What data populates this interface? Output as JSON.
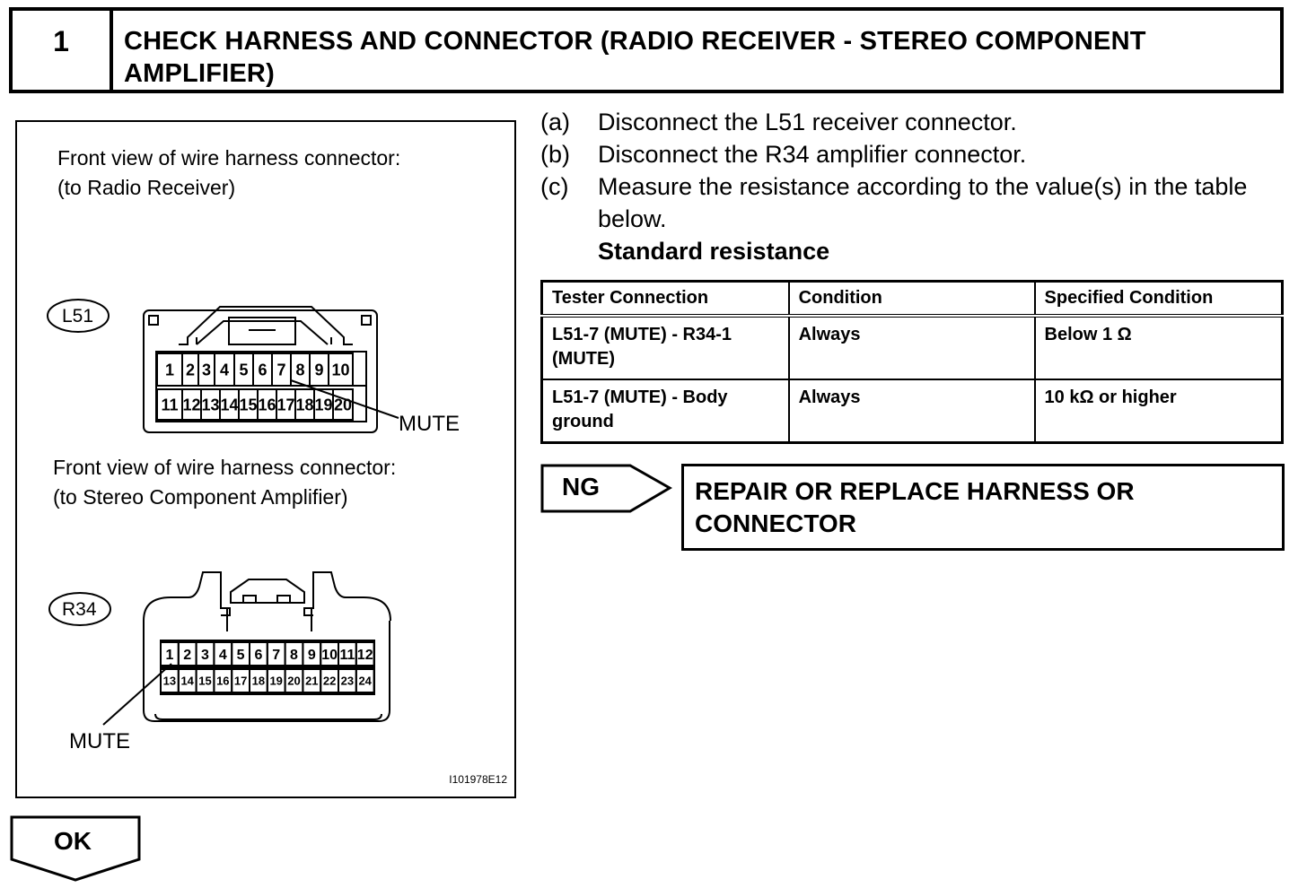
{
  "header": {
    "step_number": "1",
    "title_line1": "CHECK HARNESS AND CONNECTOR (RADIO RECEIVER - STEREO COMPONENT",
    "title_line2": "AMPLIFIER)"
  },
  "figure": {
    "caption1_line1": "Front view of wire harness connector:",
    "caption1_line2": "(to Radio Receiver)",
    "caption2_line1": "Front view of wire harness connector:",
    "caption2_line2": "(to Stereo Component Amplifier)",
    "l51_label": "L51",
    "r34_label": "R34",
    "l51_pins_top": [
      "1",
      "2",
      "3",
      "4",
      "5",
      "6",
      "7",
      "8",
      "9",
      "10"
    ],
    "l51_pins_bottom": [
      "11",
      "12",
      "13",
      "14",
      "15",
      "16",
      "17",
      "18",
      "19",
      "20"
    ],
    "r34_pins_top": [
      "1",
      "2",
      "3",
      "4",
      "5",
      "6",
      "7",
      "8",
      "9",
      "10",
      "11",
      "12"
    ],
    "r34_pins_bottom": [
      "13",
      "14",
      "15",
      "16",
      "17",
      "18",
      "19",
      "20",
      "21",
      "22",
      "23",
      "24"
    ],
    "l51_mute_label": "MUTE",
    "r34_mute_label": "MUTE",
    "figure_id": "I101978E12"
  },
  "instructions": {
    "steps": [
      {
        "letter": "(a)",
        "text": "Disconnect the L51 receiver connector."
      },
      {
        "letter": "(b)",
        "text": "Disconnect the R34 amplifier connector."
      },
      {
        "letter": "(c)",
        "text": "Measure the resistance according to the value(s) in the table below."
      }
    ],
    "standard_label": "Standard resistance"
  },
  "table": {
    "headers": [
      "Tester Connection",
      "Condition",
      "Specified Condition"
    ],
    "rows": [
      [
        "L51-7 (MUTE) - R34-1 (MUTE)",
        "Always",
        "Below 1 Ω"
      ],
      [
        "L51-7 (MUTE) - Body ground",
        "Always",
        "10 kΩ or higher"
      ]
    ]
  },
  "ng": {
    "label": "NG",
    "action_line1": "REPAIR OR REPLACE HARNESS OR",
    "action_line2": "CONNECTOR"
  },
  "ok": {
    "label": "OK"
  }
}
